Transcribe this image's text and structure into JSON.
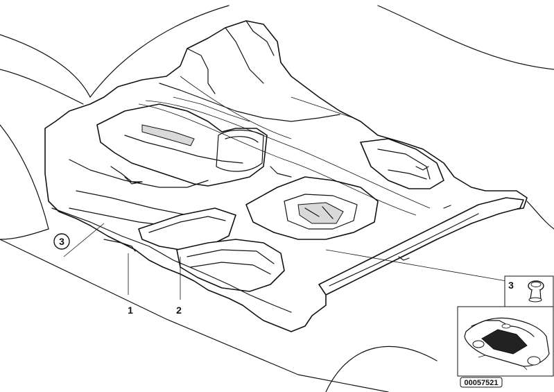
{
  "callouts": {
    "part_1": "1",
    "part_2": "2",
    "part_3_circled": "3",
    "inset_3": "3"
  },
  "diagram_code": "00057521",
  "colors": {
    "line": "#111111",
    "background": "#ffffff",
    "carpet_highlight": "#222222"
  },
  "icons": {
    "clip": "fastener-clip-icon",
    "vehicle": "vehicle-thumbnail-icon"
  }
}
